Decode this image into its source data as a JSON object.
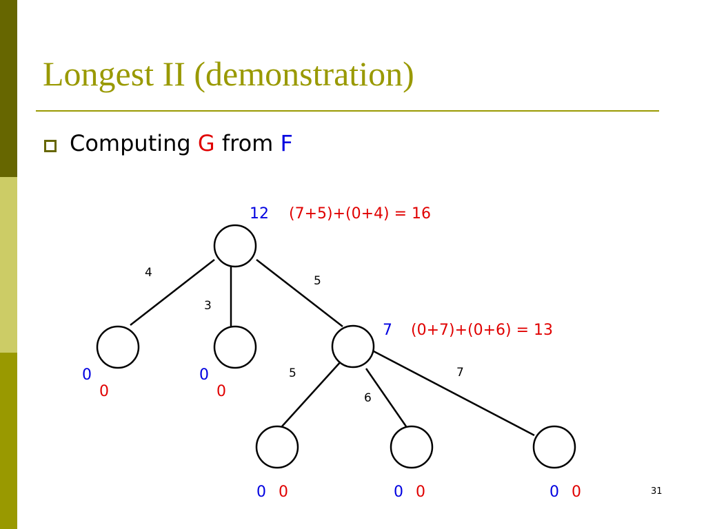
{
  "slide": {
    "title": "Longest II (demonstration)",
    "page_number": "31"
  },
  "bullet": {
    "prefix": "Computing",
    "g_letter": "G",
    "middle": "from",
    "f_letter": "F"
  },
  "colors": {
    "accent": "#999900",
    "sidebar_dark": "#666600",
    "sidebar_light": "#cccc66",
    "sidebar_mid": "#999900",
    "f_value": "#0000e0",
    "g_value": "#e00000"
  },
  "tree": {
    "root": {
      "f": "12",
      "g_calc": "(7+5)+(0+4) = 16"
    },
    "node_right": {
      "f": "7",
      "g_calc": "(0+7)+(0+6) = 13"
    },
    "leaf_left": {
      "f": "0",
      "g": "0"
    },
    "leaf_mid": {
      "f": "0",
      "g": "0"
    },
    "bottom_left": {
      "f": "0",
      "g": "0"
    },
    "bottom_mid": {
      "f": "0",
      "g": "0"
    },
    "bottom_right": {
      "f": "0",
      "g": "0"
    },
    "edges": {
      "root_to_left": "4",
      "root_to_mid": "3",
      "root_to_right": "5",
      "right_to_bottom_left": "5",
      "right_to_bottom_mid": "6",
      "right_to_bottom_right": "7"
    }
  }
}
